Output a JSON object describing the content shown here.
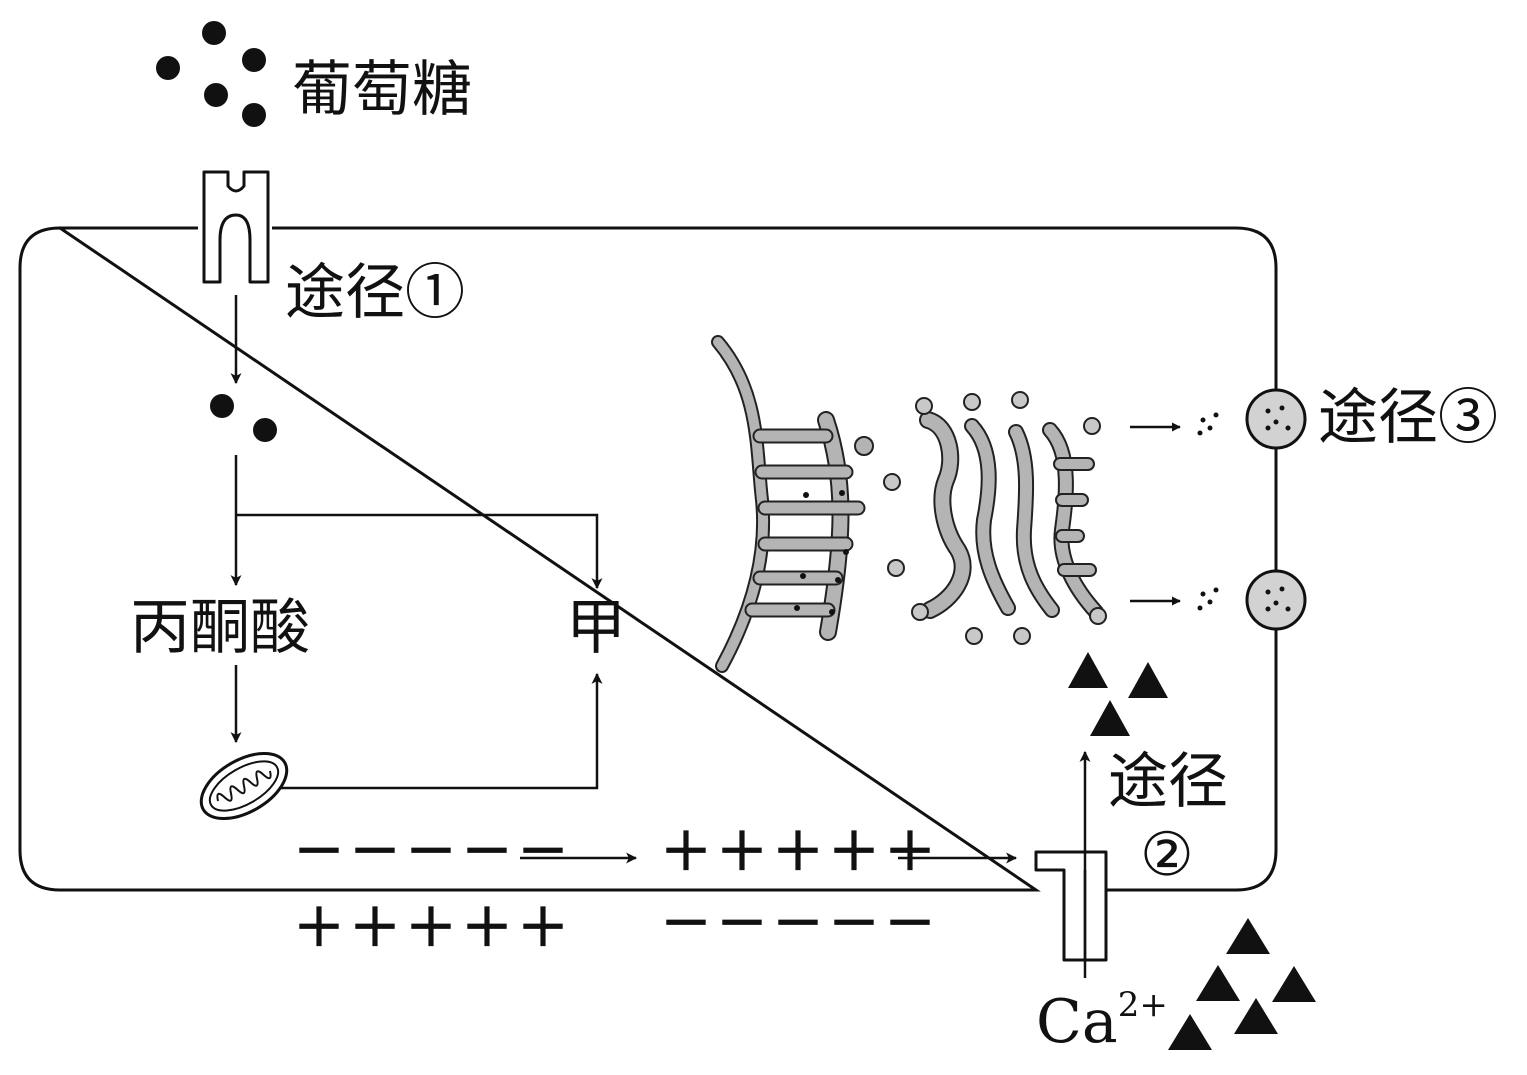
{
  "labels": {
    "glucose": "葡萄糖",
    "pathway1": "途径①",
    "pyruvate": "丙酮酸",
    "jia": "甲",
    "pathway3": "途径③",
    "pathway2_word": "途径",
    "pathway2_num": "②",
    "calcium_base": "Ca",
    "calcium_charge": "2+"
  },
  "membrane_charges": {
    "inside_before": "－－－－－",
    "outside_before": "＋＋＋＋＋",
    "inside_after": "＋＋＋＋＋",
    "outside_after": "－－－－－"
  },
  "colors": {
    "ink": "#111111",
    "organelle_fill": "#b4b4b4",
    "vesicle_fill": "#d2d2d2"
  }
}
